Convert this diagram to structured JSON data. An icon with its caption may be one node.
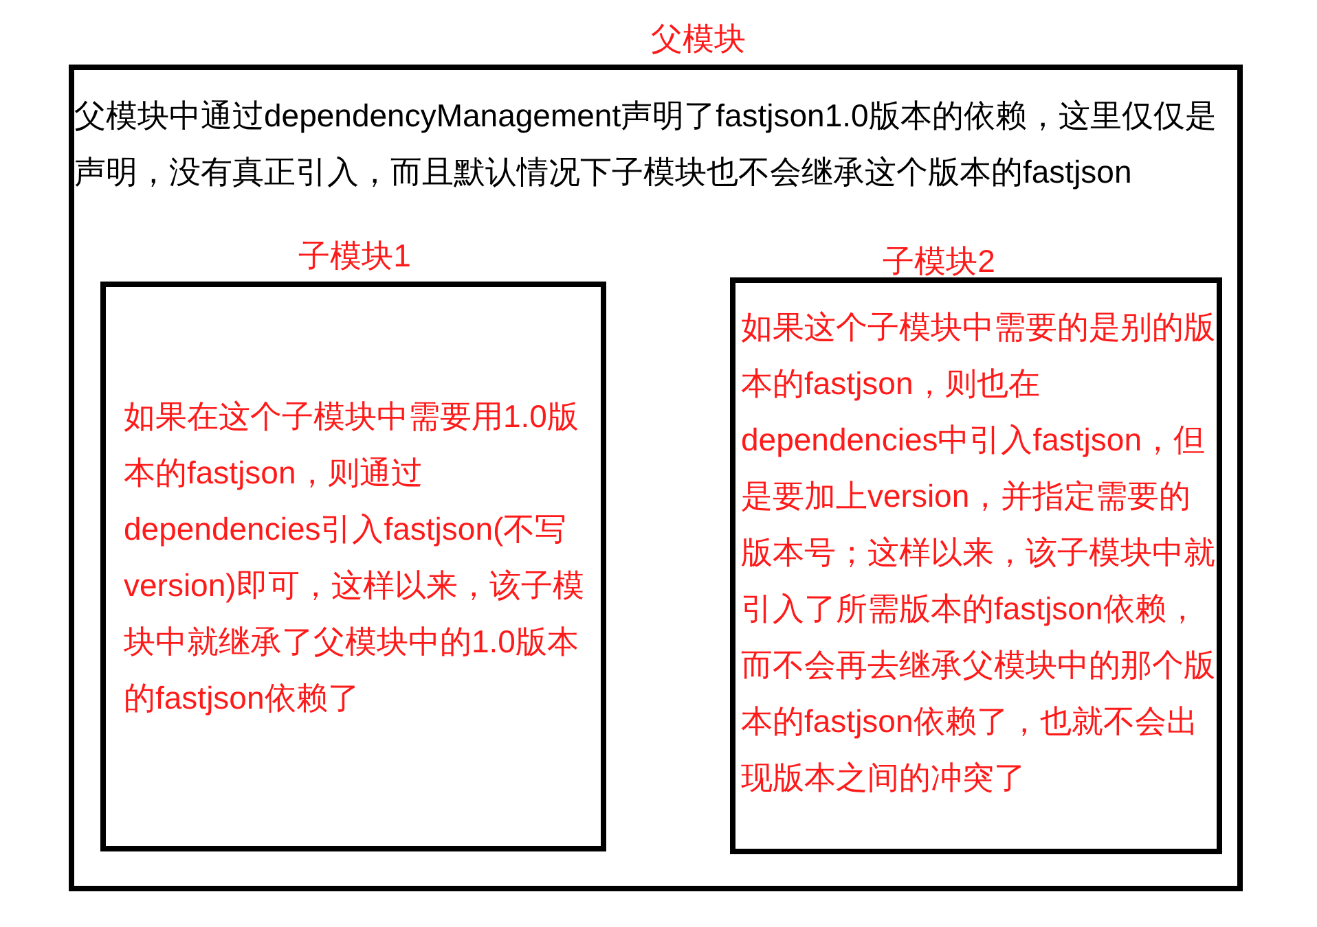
{
  "diagram": {
    "nodes": [
      {
        "text": [
          "父模块",
          "父模块中通过dependencyManagement声明了fastjson1.0版本的依赖，这里仅仅是声明，没有真正引入，而且默认情况下子模块也不会继承这个版本的fastjson"
        ]
      },
      {
        "text": [
          "子模块1",
          "如果在这个子模块中需要用1.0版本的fastjson，则通过dependencies引入fastjson(不写version)即可，这样以来，该子模块中就继承了父模块中的1.0版本的fastjson依赖了"
        ],
        "in": 0
      },
      {
        "text": [
          "子模块2",
          "如果这个子模块中需要的是别的版本的fastjson，则也在dependencies中引入fastjson，但是要加上version，并指定需要的版本号；这样以来，该子模块中就引入了所需版本的fastjson依赖，而不会再去继承父模块中的那个版本的fastjson依赖了，也就不会出现版本之间的冲突了"
        ],
        "in": 0
      }
    ]
  }
}
